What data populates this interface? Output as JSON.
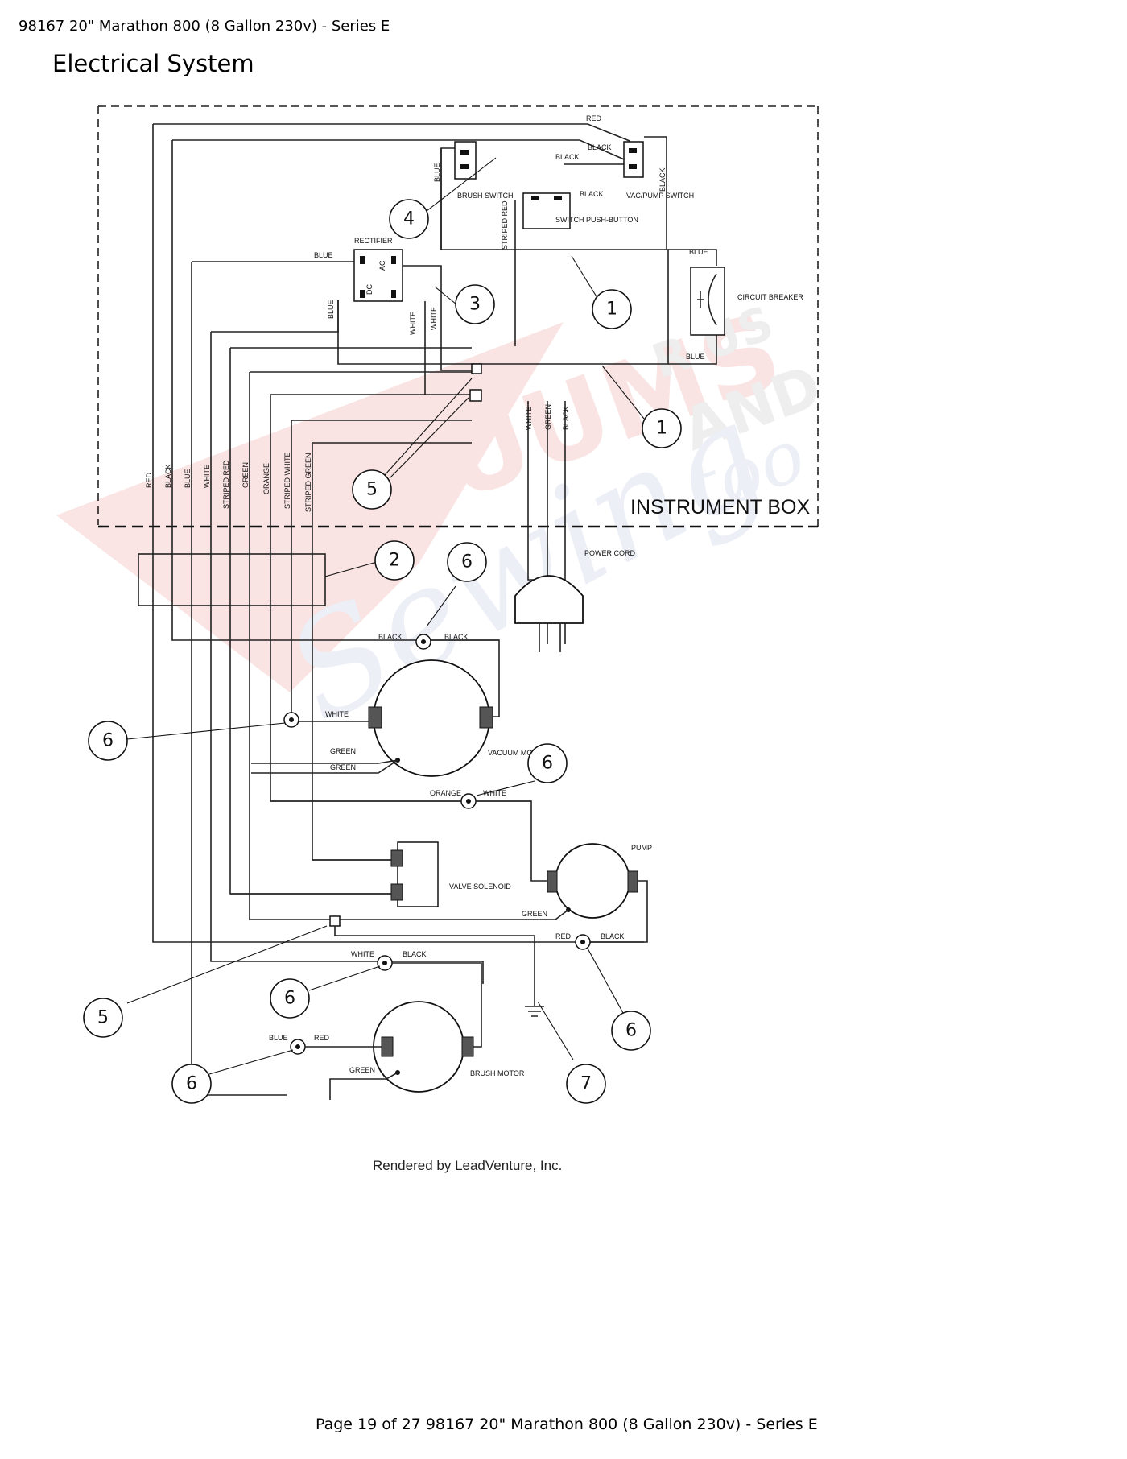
{
  "header": {
    "document_title": "98167 20\" Marathon 800 (8 Gallon 230v) - Series E",
    "section_title": "Electrical System"
  },
  "diagram": {
    "instrument_box_label": "INSTRUMENT BOX",
    "components": {
      "brush_switch": "BRUSH SWITCH",
      "vac_pump_switch": "VAC/PUMP SWITCH",
      "switch_push_button": "SWITCH PUSH-BUTTON",
      "rectifier": "RECTIFIER",
      "circuit_breaker": "CIRCUIT BREAKER",
      "power_cord": "POWER CORD",
      "vacuum_motor": "VACUUM MOTOR",
      "pump": "PUMP",
      "valve_solenoid": "VALVE SOLENOID",
      "brush_motor": "BRUSH MOTOR",
      "rectifier_ac": "AC",
      "rectifier_dc": "DC"
    },
    "wire_labels": {
      "red": "RED",
      "black": "BLACK",
      "blue": "BLUE",
      "white": "WHITE",
      "green": "GREEN",
      "orange": "ORANGE",
      "striped_red": "STRIPED RED",
      "striped_white": "STRIPED WHITE",
      "striped_green": "STRIPED GREEN"
    },
    "callouts": [
      "1",
      "2",
      "3",
      "4",
      "5",
      "6",
      "7"
    ],
    "watermark": {
      "brand": "VACUUMS",
      "r_us": "R US",
      "and": "AND",
      "sewing": "Sewing",
      "too": "too",
      "accent_red": "#e05a5a",
      "accent_blue": "#8da0cc"
    }
  },
  "credit": "Rendered by LeadVenture, Inc.",
  "footer": "Page 19 of 27 98167 20\" Marathon 800 (8 Gallon 230v) - Series E"
}
